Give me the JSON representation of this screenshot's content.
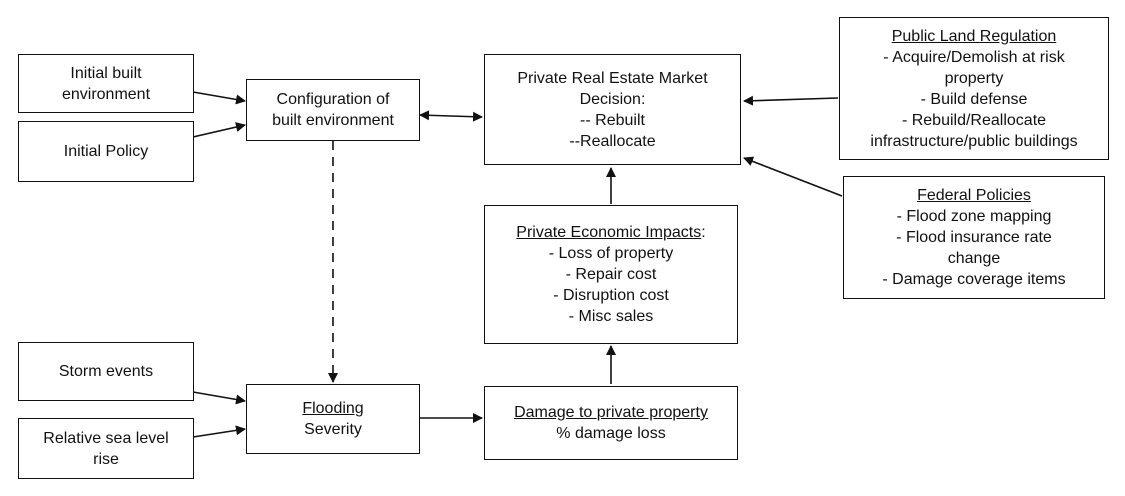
{
  "nodes": {
    "initial_built": {
      "lines": [
        "Initial built",
        "environment"
      ]
    },
    "initial_policy": {
      "lines": [
        "Initial Policy"
      ]
    },
    "configuration": {
      "lines": [
        "Configuration of",
        "built environment"
      ]
    },
    "storm_events": {
      "lines": [
        "Storm events"
      ]
    },
    "sea_level": {
      "lines": [
        "Relative sea level",
        "rise"
      ]
    },
    "flooding": {
      "title": "Flooding",
      "lines": [
        "Severity"
      ]
    },
    "damage": {
      "title": "Damage to private property",
      "lines": [
        "% damage loss"
      ]
    },
    "economic": {
      "title": "Private Economic Impacts",
      "title_suffix": ":",
      "lines": [
        "- Loss of property",
        "- Repair cost",
        "- Disruption cost",
        "- Misc sales"
      ]
    },
    "market": {
      "lines": [
        "Private Real Estate Market",
        "Decision:",
        "-- Rebuilt",
        "--Reallocate"
      ]
    },
    "public_land": {
      "title": "Public Land Regulation",
      "lines": [
        "- Acquire/Demolish at risk",
        "property",
        "- Build defense",
        "- Rebuild/Reallocate",
        "infrastructure/public buildings"
      ]
    },
    "federal": {
      "title": "Federal Policies",
      "lines": [
        "- Flood zone mapping",
        "- Flood insurance rate",
        "change",
        "- Damage coverage items"
      ]
    }
  }
}
